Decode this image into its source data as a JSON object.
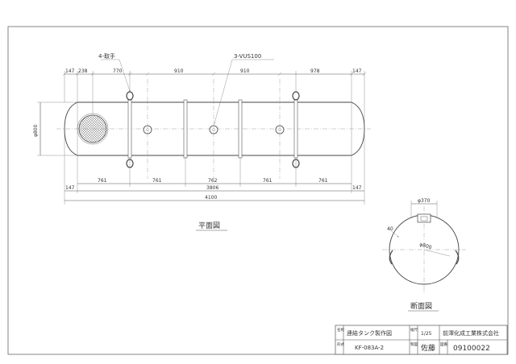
{
  "plan": {
    "title": "平面図",
    "label_handles": "4-取手",
    "label_vus": "3-VUS100",
    "dia_side": "φ800",
    "top_dims": [
      "147",
      "238",
      "770",
      "910",
      "910",
      "978",
      "147"
    ],
    "bottom_dims": [
      "147",
      "761",
      "761",
      "762",
      "761",
      "761",
      "147"
    ],
    "length_3806": "3806",
    "length_total": "4100"
  },
  "section": {
    "title": "断面図",
    "dim_top": "φ370",
    "dim_r": "40",
    "dim_dia": "φ800"
  },
  "title_block": {
    "name_label": "名称",
    "name_value": "連結タンク製作図",
    "scale_label": "縮尺",
    "scale_value": "1/25",
    "company": "前澤化成工業株式会社",
    "model_label": "形式",
    "model_value": "KF-083A-2",
    "drawn_label": "製図",
    "drawn_value": "佐藤",
    "drawing_no_label": "図番",
    "drawing_no_value": "09100022"
  }
}
